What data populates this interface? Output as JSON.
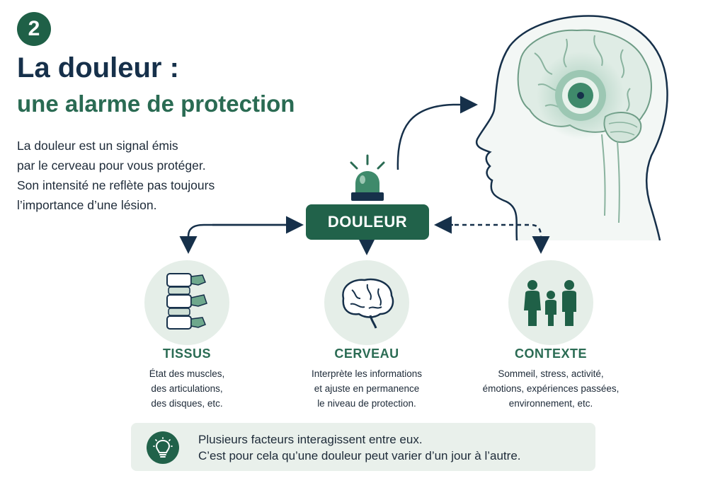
{
  "badge": {
    "number": "2"
  },
  "header": {
    "title": "La douleur :",
    "subtitle": "une alarme de protection"
  },
  "intro": {
    "lines": [
      "La douleur est un signal émis",
      "par le cerveau pour vous protéger.",
      "Son intensité ne reflète pas toujours",
      "l’importance d’une lésion."
    ]
  },
  "center": {
    "label": "DOULEUR",
    "icon": "siren-icon"
  },
  "head_illustration": {
    "icon": "head-brain-icon"
  },
  "factors": [
    {
      "title": "TISSUS",
      "icon": "spine-icon",
      "lines": [
        "État des muscles,",
        "des articulations,",
        "des disques, etc."
      ]
    },
    {
      "title": "CERVEAU",
      "icon": "brain-icon",
      "lines": [
        "Interprète les informations",
        "et ajuste en permanence",
        "le niveau de protection."
      ]
    },
    {
      "title": "CONTEXTE",
      "icon": "family-icon",
      "lines": [
        "Sommeil, stress, activité,",
        "émotions, expériences passées,",
        "environnement, etc."
      ]
    }
  ],
  "note": {
    "icon": "lightbulb-icon",
    "lines": [
      "Plusieurs facteurs interagissent entre eux.",
      "C’est pour cela qu’une douleur peut varier d’un jour à l’autre."
    ]
  },
  "colors": {
    "primary_green": "#21624a",
    "title_navy": "#16304a",
    "subtitle_green": "#2a6b53",
    "circle_bg": "#e5eee8",
    "note_bg": "#e9f0eb"
  }
}
